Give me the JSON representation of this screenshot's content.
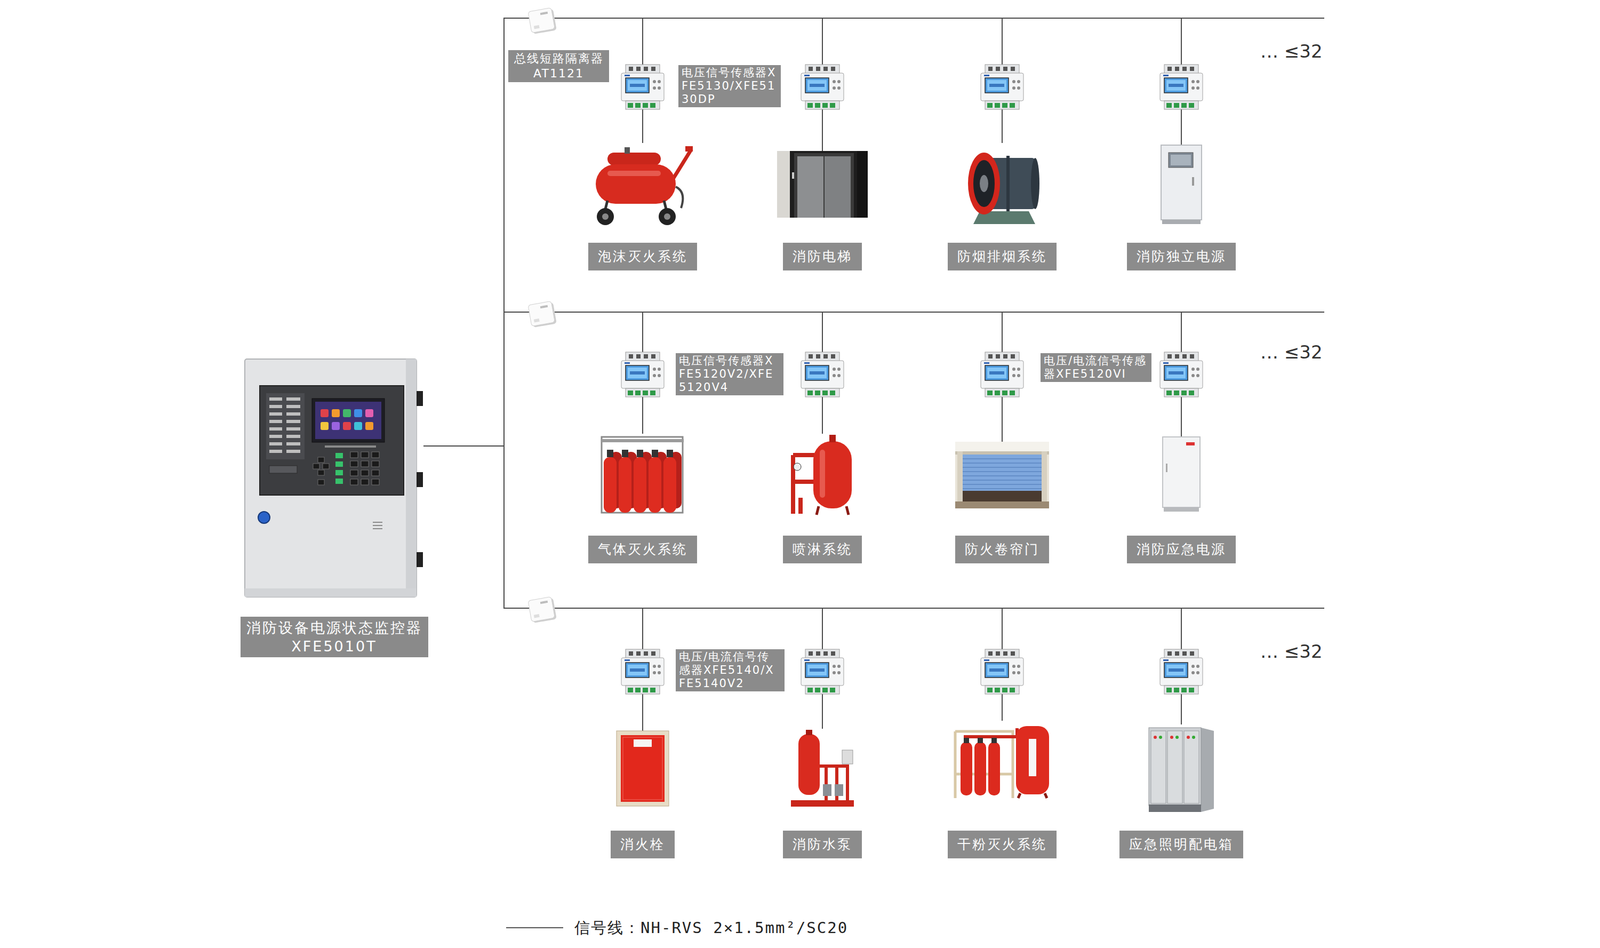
{
  "diagram": {
    "nodes": [
      {
        "text": [
          "消防设备电源状态监控器 XFE5010T"
        ]
      },
      {
        "text": [
          "泡沫灭火系统"
        ]
      },
      {
        "text": [
          "消防电梯"
        ]
      },
      {
        "text": [
          "防烟排烟系统"
        ]
      },
      {
        "text": [
          "消防独立电源"
        ]
      },
      {
        "text": [
          "气体灭火系统"
        ]
      },
      {
        "text": [
          "喷淋系统"
        ]
      },
      {
        "text": [
          "防火卷帘门"
        ]
      },
      {
        "text": [
          "消防应急电源"
        ]
      },
      {
        "text": [
          "消火栓"
        ]
      },
      {
        "text": [
          "消防水泵"
        ]
      },
      {
        "text": [
          "干粉灭火系统"
        ]
      },
      {
        "text": [
          "应急照明配电箱"
        ]
      }
    ],
    "edges": [
      {
        "from": 0,
        "to": 1,
        "arrow": "none"
      },
      {
        "from": 0,
        "to": 2,
        "arrow": "none"
      },
      {
        "from": 0,
        "to": 3,
        "arrow": "none"
      },
      {
        "from": 0,
        "to": 4,
        "arrow": "none"
      },
      {
        "from": 0,
        "to": 5,
        "arrow": "none"
      },
      {
        "from": 0,
        "to": 6,
        "arrow": "none"
      },
      {
        "from": 0,
        "to": 7,
        "arrow": "none"
      },
      {
        "from": 0,
        "to": 8,
        "arrow": "none"
      },
      {
        "from": 0,
        "to": 9,
        "arrow": "none"
      },
      {
        "from": 0,
        "to": 10,
        "arrow": "none"
      },
      {
        "from": 0,
        "to": 11,
        "arrow": "none"
      },
      {
        "from": 0,
        "to": 12,
        "arrow": "none"
      }
    ],
    "labels": [
      "总线短路隔离器 AT1121",
      "电压信号传感器XFE5130/XFE5130DP",
      "… ≤32",
      "电压信号传感器XFE5120V2/XFE5120V4",
      "电压/电流信号传感器XFE5120VI",
      "… ≤32",
      "电压/电流信号传感器XFE5140/XFE5140V2",
      "… ≤32"
    ],
    "legend": [
      {
        "text": "信号线：NH-RVS 2×1.5mm²/SC20"
      }
    ]
  }
}
